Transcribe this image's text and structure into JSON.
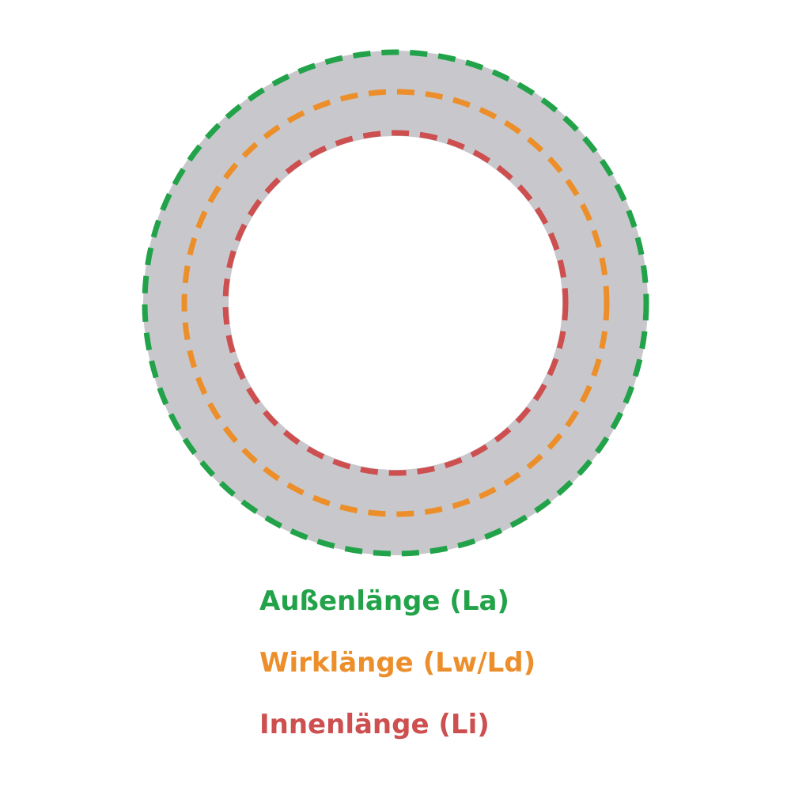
{
  "diagram": {
    "ring_color": "#c8c8cc",
    "background": "#ffffff"
  },
  "circles": [
    {
      "key": "outer",
      "color": "#22a34a",
      "label": "Außenlänge (La)"
    },
    {
      "key": "pitch",
      "color": "#ec8f2b",
      "label": "Wirklänge (Lw/Ld)"
    },
    {
      "key": "inner",
      "color": "#cd4f4f",
      "label": "Innenlänge (Li)"
    }
  ]
}
